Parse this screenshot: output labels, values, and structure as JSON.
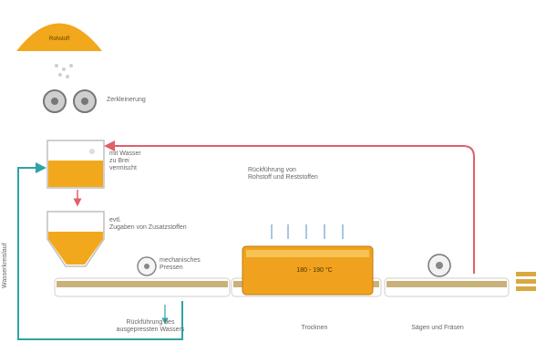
{
  "palette": {
    "gold": "#f2a81c",
    "gold_light": "#f6c354",
    "red_line": "#e0606a",
    "blue_line": "#2fa3a5",
    "conveyor": "#c9b27a"
  },
  "labels": {
    "raw_material": "Rohstoff",
    "mill": "Zerkleinerung",
    "water": "mit Wasser\nzu Brei\nvermischt",
    "recycle": "Rückführung von\nRohstoff und Reststoffen",
    "additives": "evtl.\nZugaben von Zusatzstoffen",
    "press": "mechanisches\nPressen",
    "water_return": "Rückführung des\nausgepressten Wassers",
    "dryer": "Trocknen",
    "oven_temp": "180 - 190 °C",
    "cut": "Sägen und Fräsen",
    "water_cycle": "Wasserkreislauf"
  },
  "icons": [
    "mill-icon",
    "press-icon",
    "saw-icon",
    "steam-arrow-icon"
  ]
}
